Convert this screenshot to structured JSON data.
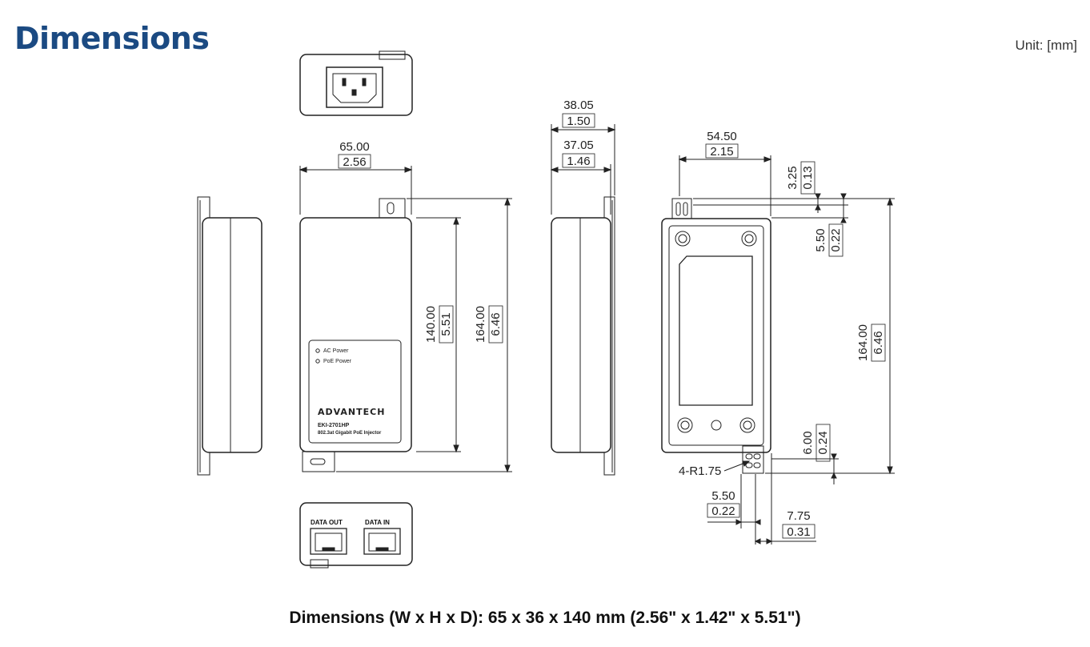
{
  "header": {
    "title": "Dimensions",
    "unit": "Unit: [mm]"
  },
  "front": {
    "width_mm": "65.00",
    "width_in": "2.56",
    "body_mm": "140.00",
    "body_in": "5.51",
    "total_mm": "164.00",
    "total_in": "6.46",
    "led_ac": "AC Power",
    "led_poe": "PoE Power",
    "brand": "ADVANTECH",
    "model": "EKI-2701HP",
    "desc": "802.3at Gigabit PoE Injector"
  },
  "bottom": {
    "port_out": "DATA OUT",
    "port_in": "DATA IN"
  },
  "side": {
    "outer_mm": "38.05",
    "outer_in": "1.50",
    "inner_mm": "37.05",
    "inner_in": "1.46"
  },
  "back": {
    "width_mm": "54.50",
    "width_in": "2.15",
    "tab_mm": "3.25",
    "tab_in": "0.13",
    "top_mm": "5.50",
    "top_in": "0.22",
    "total_mm": "164.00",
    "total_in": "6.46",
    "bot_mm": "6.00",
    "bot_in": "0.24",
    "radius": "4-R1.75",
    "hole_mm": "5.50",
    "hole_in": "0.22",
    "off_mm": "7.75",
    "off_in": "0.31"
  },
  "footer": {
    "caption": "Dimensions (W x H x D): 65 x 36 x 140 mm (2.56\" x 1.42\" x 5.51\")"
  }
}
